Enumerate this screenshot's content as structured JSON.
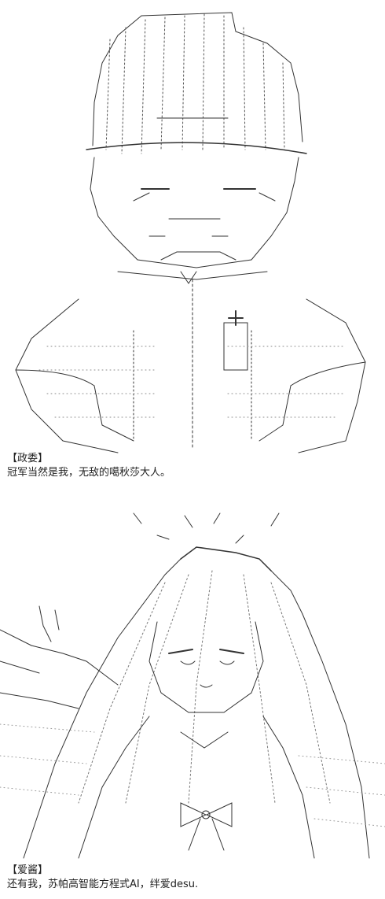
{
  "panels": [
    {
      "speaker": "政委",
      "line": "冠军当然是我，无敌的噶秋莎大人。"
    },
    {
      "speaker": "爱酱",
      "line": "还有我，苏帕高智能方程式AI，绊爱desu."
    }
  ],
  "brackets": {
    "open": "【",
    "close": "】"
  },
  "colors": {
    "background": "#ffffff",
    "ink": "#222222"
  }
}
